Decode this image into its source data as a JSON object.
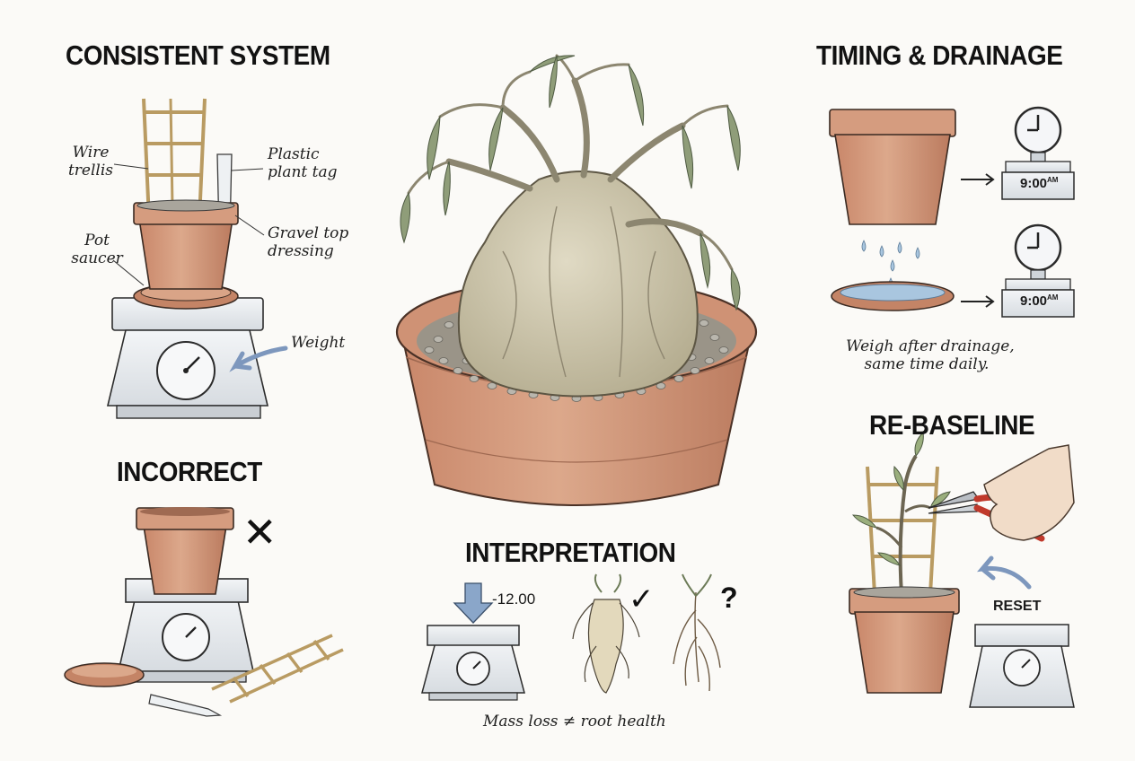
{
  "sections": {
    "consistent_system": {
      "title": "CONSISTENT SYSTEM",
      "labels": {
        "wire_trellis": [
          "Wire",
          "trellis"
        ],
        "plant_tag": [
          "Plastic",
          "plant tag"
        ],
        "gravel": [
          "Gravel top",
          "dressing"
        ],
        "saucer": [
          "Pot",
          "saucer"
        ],
        "weight": "Weight"
      }
    },
    "incorrect": {
      "title": "INCORRECT",
      "mark": "✕"
    },
    "interpretation": {
      "title": "INTERPRETATION",
      "readout": "-12.00",
      "check_mark": "✓",
      "question_mark": "?",
      "caption": "Mass loss ≠ root health"
    },
    "timing": {
      "title": "TIMING & DRAINAGE",
      "clock_time_1": "9:00",
      "clock_time_2": "9:00",
      "am": "AM",
      "caption": [
        "Weigh after drainage,",
        "same time daily."
      ]
    },
    "rebaseline": {
      "title": "RE-BASELINE",
      "reset": "RESET"
    }
  },
  "colors": {
    "terracotta": "#d19a7c",
    "terracotta_dark": "#b5765a",
    "scale": "#e9ecef",
    "arrow_blue": "#8aa6c9",
    "caudex": "#cfc8ae",
    "leaf": "#8f9d79",
    "water": "#a9c6df"
  }
}
